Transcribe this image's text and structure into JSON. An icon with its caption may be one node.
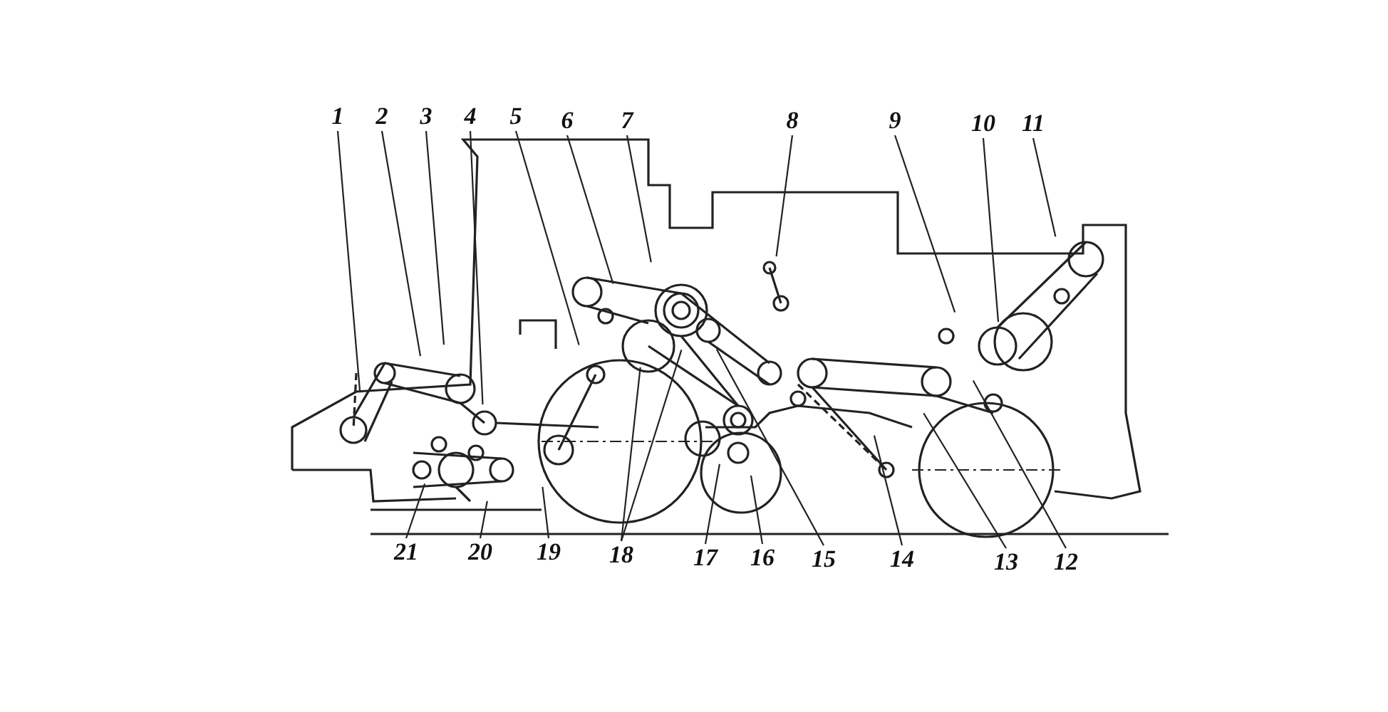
{
  "diagram": {
    "nodes": [
      {
        "text": [
          "1"
        ]
      },
      {
        "text": [
          "2"
        ]
      },
      {
        "text": [
          "3"
        ]
      },
      {
        "text": [
          "4"
        ]
      },
      {
        "text": [
          "5"
        ]
      },
      {
        "text": [
          "6"
        ]
      },
      {
        "text": [
          "7"
        ]
      },
      {
        "text": [
          "8"
        ]
      },
      {
        "text": [
          "9"
        ]
      },
      {
        "text": [
          "10"
        ]
      },
      {
        "text": [
          "11"
        ]
      },
      {
        "text": [
          "21"
        ]
      },
      {
        "text": [
          "20"
        ]
      },
      {
        "text": [
          "19"
        ]
      },
      {
        "text": [
          "18"
        ]
      },
      {
        "text": [
          "17"
        ]
      },
      {
        "text": [
          "16"
        ]
      },
      {
        "text": [
          "15"
        ]
      },
      {
        "text": [
          "14"
        ]
      },
      {
        "text": [
          "13"
        ]
      },
      {
        "text": [
          "12"
        ]
      }
    ],
    "edges": [
      {
        "from": 0,
        "to": null,
        "arrow": "none"
      },
      {
        "from": 1,
        "to": null,
        "arrow": "none"
      },
      {
        "from": 2,
        "to": null,
        "arrow": "none"
      },
      {
        "from": 3,
        "to": null,
        "arrow": "none"
      },
      {
        "from": 4,
        "to": null,
        "arrow": "none"
      },
      {
        "from": 5,
        "to": null,
        "arrow": "none"
      },
      {
        "from": 6,
        "to": null,
        "arrow": "none"
      },
      {
        "from": 7,
        "to": null,
        "arrow": "none"
      },
      {
        "from": 8,
        "to": null,
        "arrow": "none"
      },
      {
        "from": 9,
        "to": null,
        "arrow": "none"
      },
      {
        "from": 10,
        "to": null,
        "arrow": "none"
      },
      {
        "from": 11,
        "to": null,
        "arrow": "none"
      },
      {
        "from": 12,
        "to": null,
        "arrow": "none"
      },
      {
        "from": 13,
        "to": null,
        "arrow": "none"
      },
      {
        "from": 14,
        "to": null,
        "arrow": "none"
      },
      {
        "from": 14,
        "to": null,
        "arrow": "none"
      },
      {
        "from": 15,
        "to": null,
        "arrow": "none"
      },
      {
        "from": 16,
        "to": null,
        "arrow": "none"
      },
      {
        "from": 17,
        "to": null,
        "arrow": "none"
      },
      {
        "from": 18,
        "to": null,
        "arrow": "none"
      },
      {
        "from": 19,
        "to": null,
        "arrow": "none"
      },
      {
        "from": 20,
        "to": null,
        "arrow": "none"
      }
    ]
  }
}
